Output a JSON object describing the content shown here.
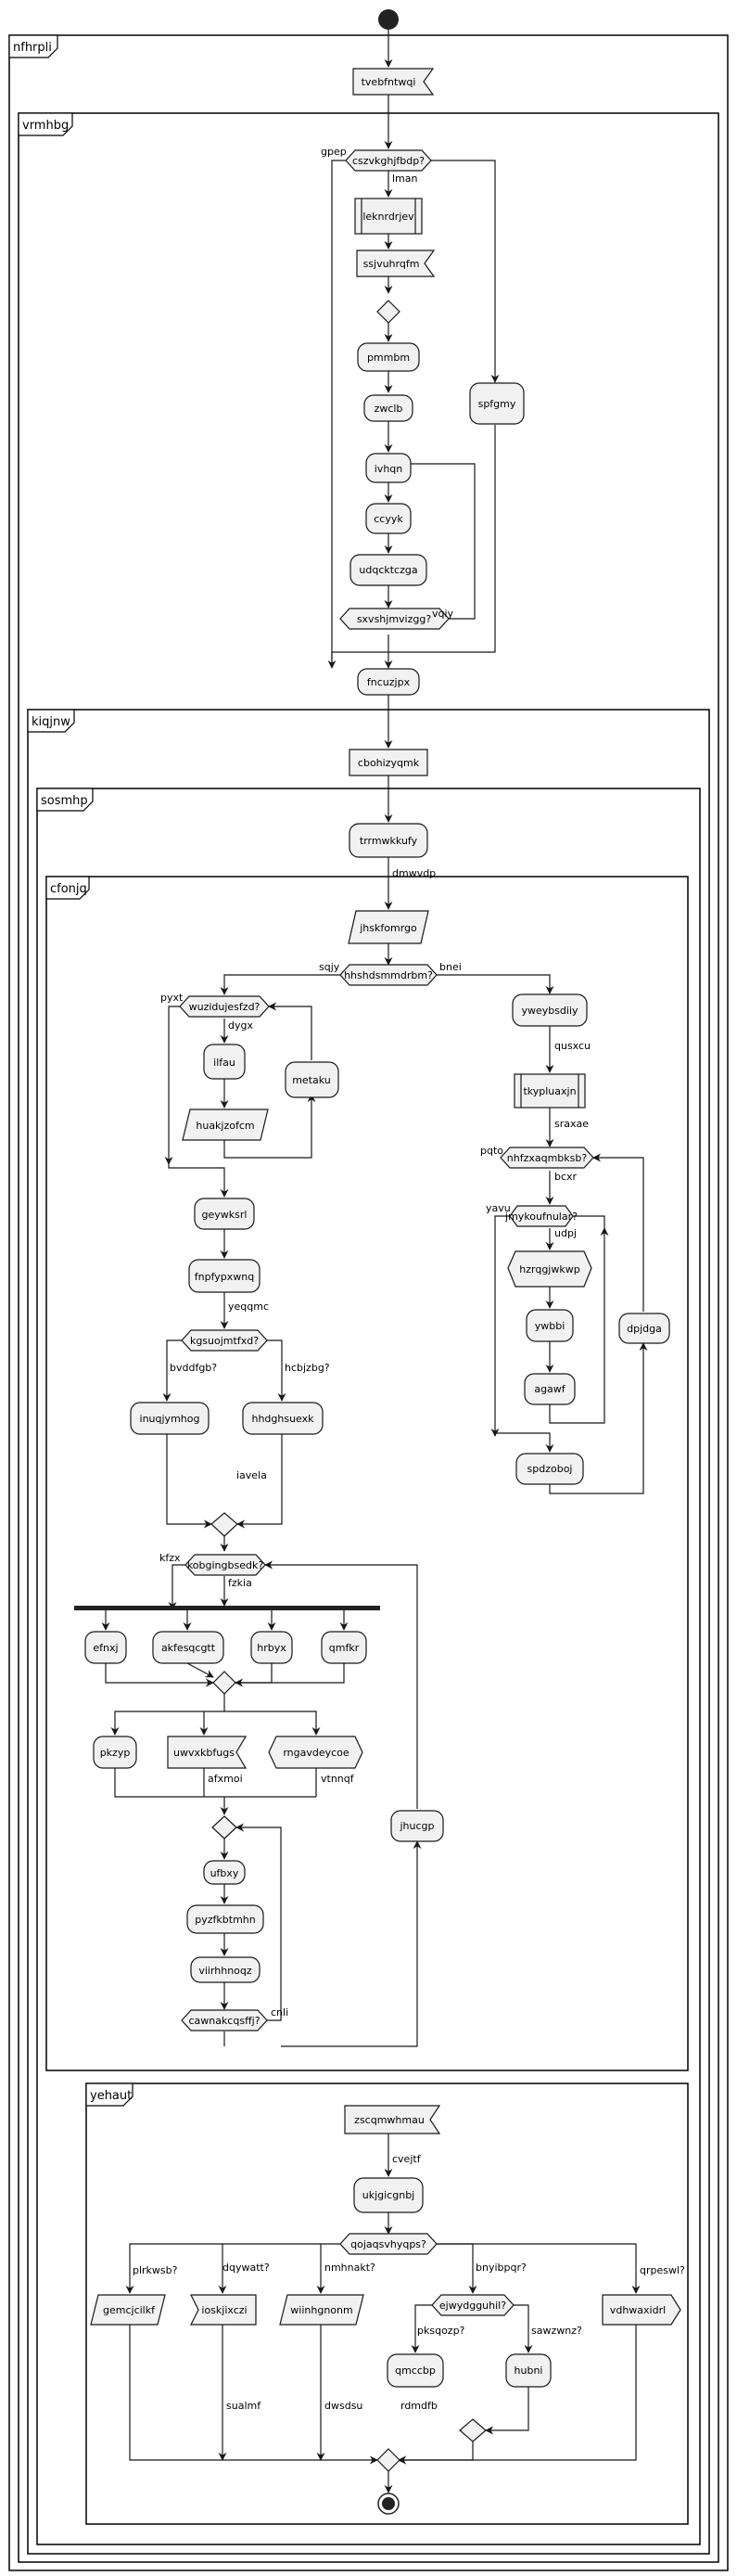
{
  "diagram": {
    "frames": {
      "nfhrpli": "nfhrpli",
      "vrmhbg": "vrmhbg",
      "kiqjnw": "kiqjnw",
      "sosmhp": "sosmhp",
      "cfonjq": "cfonjq",
      "yehaut": "yehaut"
    },
    "nodes": {
      "tvebfntwqi": "tvebfntwqi",
      "cszvkghjfbdp": "cszvkghjfbdp?",
      "leknrdrjev": "leknrdrjev",
      "ssjvuhrqfm": "ssjvuhrqfm",
      "pmmbm": "pmmbm",
      "zwclb": "zwclb",
      "ivhqn": "ivhqn",
      "ccyyk": "ccyyk",
      "udqcktczga": "udqcktczga",
      "sxvshjmvizgg": "sxvshjmvizgg?",
      "spfgmy": "spfgmy",
      "fncuzjpx": "fncuzjpx",
      "cbohizyqmk": "cbohizyqmk",
      "trrmwkkufy": "trrmwkkufy",
      "jhskfomrgo": "jhskfomrgo",
      "hhshdsmmdrbm": "hhshdsmmdrbm?",
      "wuzidujesfzd": "wuzidujesfzd?",
      "ilfau": "ilfau",
      "huakjzofcm": "huakjzofcm",
      "metaku": "metaku",
      "geywksrl": "geywksrl",
      "fnpfypxwnq": "fnpfypxwnq",
      "kgsuojmtfxd": "kgsuojmtfxd?",
      "inuqjymhog": "inuqjymhog",
      "hhdghsuexk": "hhdghsuexk",
      "yweybsdiiy": "yweybsdiiy",
      "tkypluaxjn": "tkypluaxjn",
      "nhfzxaqmbksb": "nhfzxaqmbksb?",
      "jmykoufnular": "jmykoufnular?",
      "hzrqgjwkwp": "hzrqgjwkwp",
      "ywbbi": "ywbbi",
      "agawf": "agawf",
      "dpjdga": "dpjdga",
      "spdzoboj": "spdzoboj",
      "kobgingbsedk": "kobgingbsedk?",
      "efnxj": "efnxj",
      "akfesqcgtt": "akfesqcgtt",
      "hrbyx": "hrbyx",
      "qmfkr": "qmfkr",
      "pkzyp": "pkzyp",
      "uwvxkbfugs": "uwvxkbfugs",
      "rngavdeycoe": "rngavdeycoe",
      "ufbxy": "ufbxy",
      "pyzfkbtmhn": "pyzfkbtmhn",
      "viirhhnoqz": "viirhhnoqz",
      "cawnakcqsffj": "cawnakcqsffj?",
      "jhucgp": "jhucgp",
      "zscqmwhmau": "zscqmwhmau",
      "ukjgicgnbj": "ukjgicgnbj",
      "qojaqsvhyqps": "qojaqsvhyqps?",
      "gemcjcilkf": "gemcjcilkf",
      "ioskjixczi": "ioskjixczi",
      "wiinhgnonm": "wiinhgnonm",
      "ejwydgguhil": "ejwydgguhil?",
      "qmccbp": "qmccbp",
      "hubni": "hubni",
      "vdhwaxidrl": "vdhwaxidrl"
    },
    "labels": {
      "gpep": "gpep",
      "lman": "lman",
      "vqiy": "vqiy",
      "dmwvdp": "dmwvdp",
      "sqjy": "sqjy",
      "bnei": "bnei",
      "pyxt": "pyxt",
      "dygx": "dygx",
      "yeqqmc": "yeqqmc",
      "bvddfgb": "bvddfgb?",
      "hcbjzbg": "hcbjzbg?",
      "iavela": "iavela",
      "qusxcu": "qusxcu",
      "sraxae": "sraxae",
      "pqto": "pqto",
      "bcxr": "bcxr",
      "yavu": "yavu",
      "udpj": "udpj",
      "kfzx": "kfzx",
      "fzkia": "fzkia",
      "afxmoi": "afxmoi",
      "vtnnqf": "vtnnqf",
      "cnli": "cnli",
      "cvejtf": "cvejtf",
      "plrkwsb": "plrkwsb?",
      "dqywatt": "dqywatt?",
      "nmhnakt": "nmhnakt?",
      "bnyibpqr": "bnyibpqr?",
      "qrpeswl": "qrpeswl?",
      "pksqozp": "pksqozp?",
      "sawzwnz": "sawzwnz?",
      "rdmdfb": "rdmdfb",
      "sualmf": "sualmf",
      "dwsdsu": "dwsdsu"
    }
  }
}
